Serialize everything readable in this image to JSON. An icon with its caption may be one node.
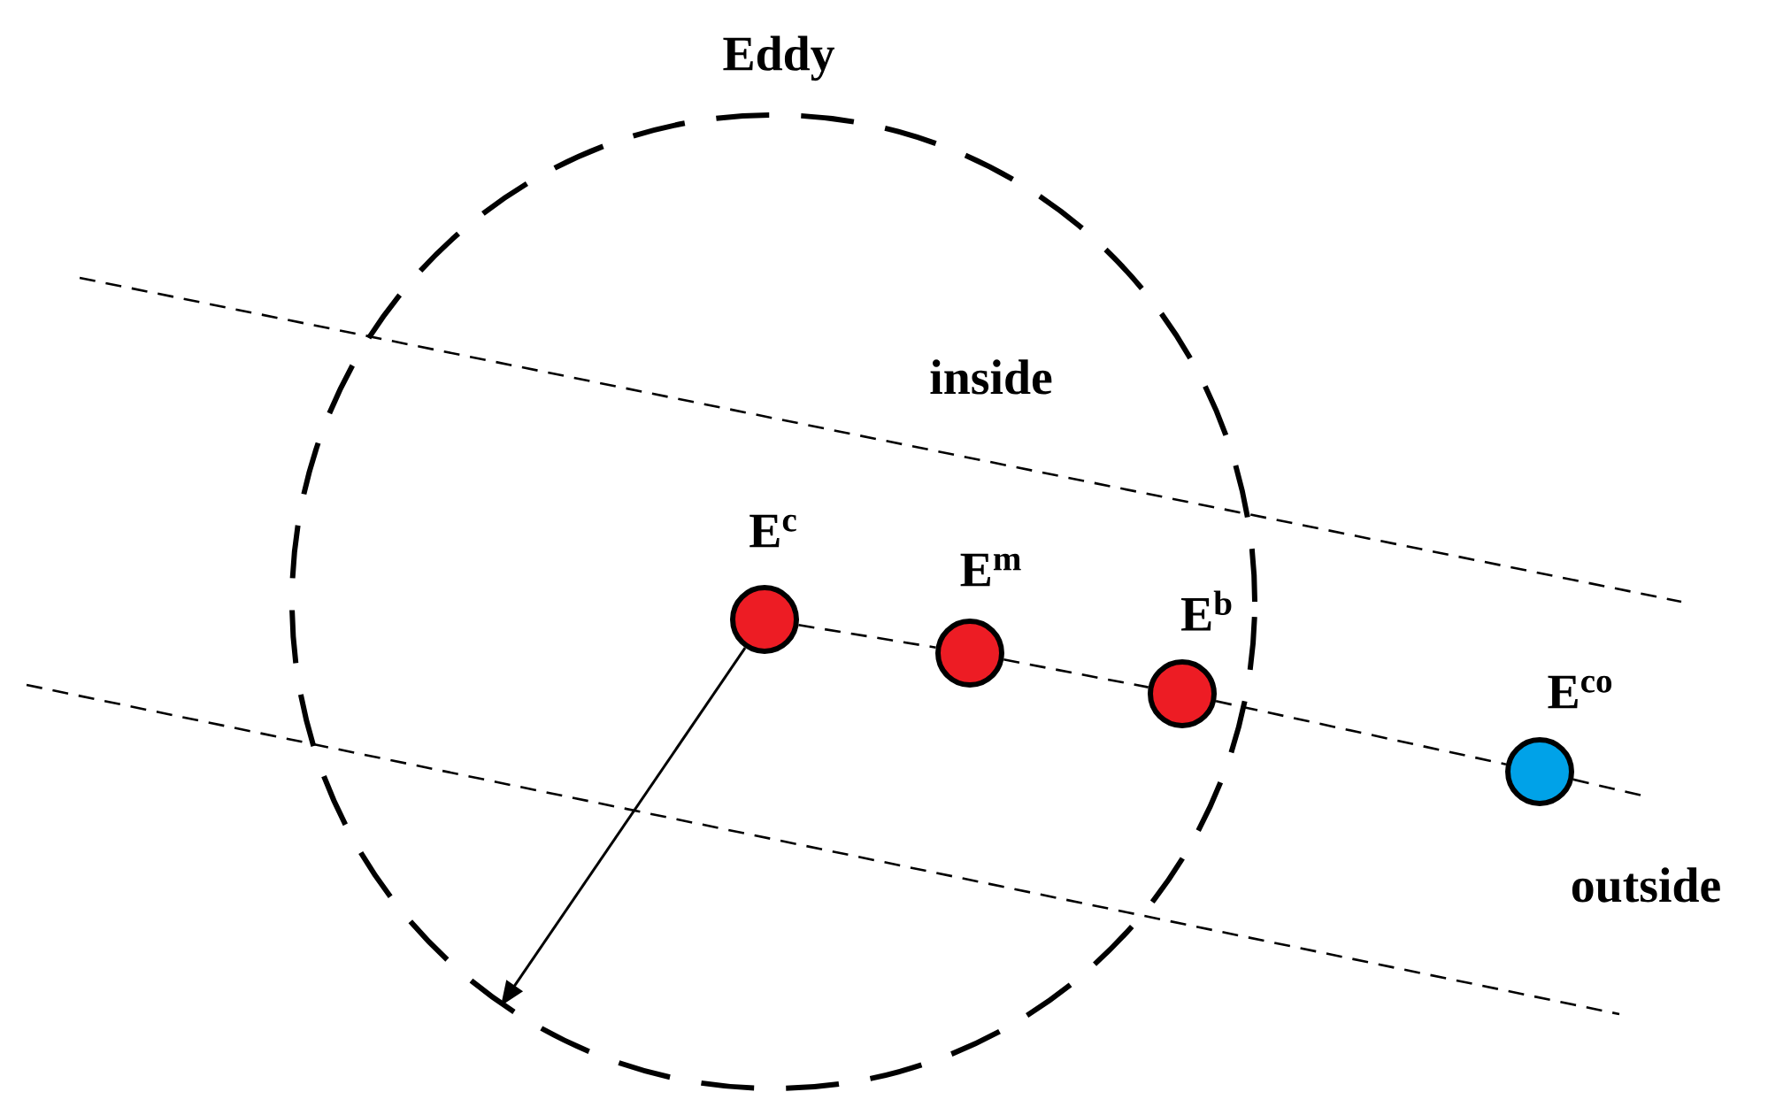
{
  "diagram": {
    "nodes": [
      {
        "text": [
          "Eddy"
        ]
      },
      {
        "text": [
          "E$^{c}$"
        ],
        "in": 0
      },
      {
        "text": [
          "E$^{m}$"
        ],
        "in": 0
      },
      {
        "text": [
          "E$^{b}$"
        ],
        "in": 0
      },
      {
        "text": [
          "E$^{co}$"
        ]
      }
    ],
    "edges": [
      {
        "from": 1,
        "to": 2,
        "arrow": "none",
        "style": "dashed"
      },
      {
        "from": 2,
        "to": 3,
        "arrow": "none",
        "style": "dashed"
      },
      {
        "from": 3,
        "to": 4,
        "arrow": "none",
        "style": "dashed"
      },
      {
        "from": 4,
        "to": null,
        "arrow": "none",
        "style": "dashed"
      },
      {
        "from": 1,
        "to": 0,
        "arrow": "to"
      }
    ],
    "labels": [
      "inside",
      "outside"
    ]
  }
}
